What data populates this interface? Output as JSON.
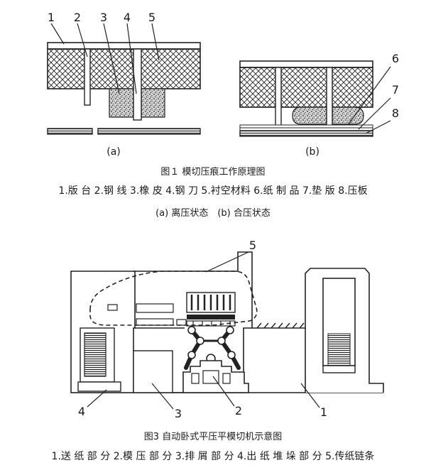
{
  "figure1": {
    "callouts": [
      "1",
      "2",
      "3",
      "4",
      "5",
      "6",
      "7",
      "8"
    ],
    "subfig_a": "(a)",
    "subfig_b": "(b)",
    "title": "图１ 模切压痕工作原理图",
    "legend": "1.版 台 2.钢 线 3.橡 皮 4.钢 刀 5.衬空材料 6.纸 制 品 7.垫 版 8.压板",
    "states": "(a) 离压状态　(b) 合压状态"
  },
  "figure3": {
    "callouts": [
      "5",
      "4",
      "3",
      "2",
      "1"
    ],
    "title": "图3 自动卧式平压平模切机示意图",
    "legend": "1.送 纸 部 分 2.模 压 部 分 3.排 屑 部 分 4.出 纸 堆 垛 部 分 5.传纸链条"
  }
}
